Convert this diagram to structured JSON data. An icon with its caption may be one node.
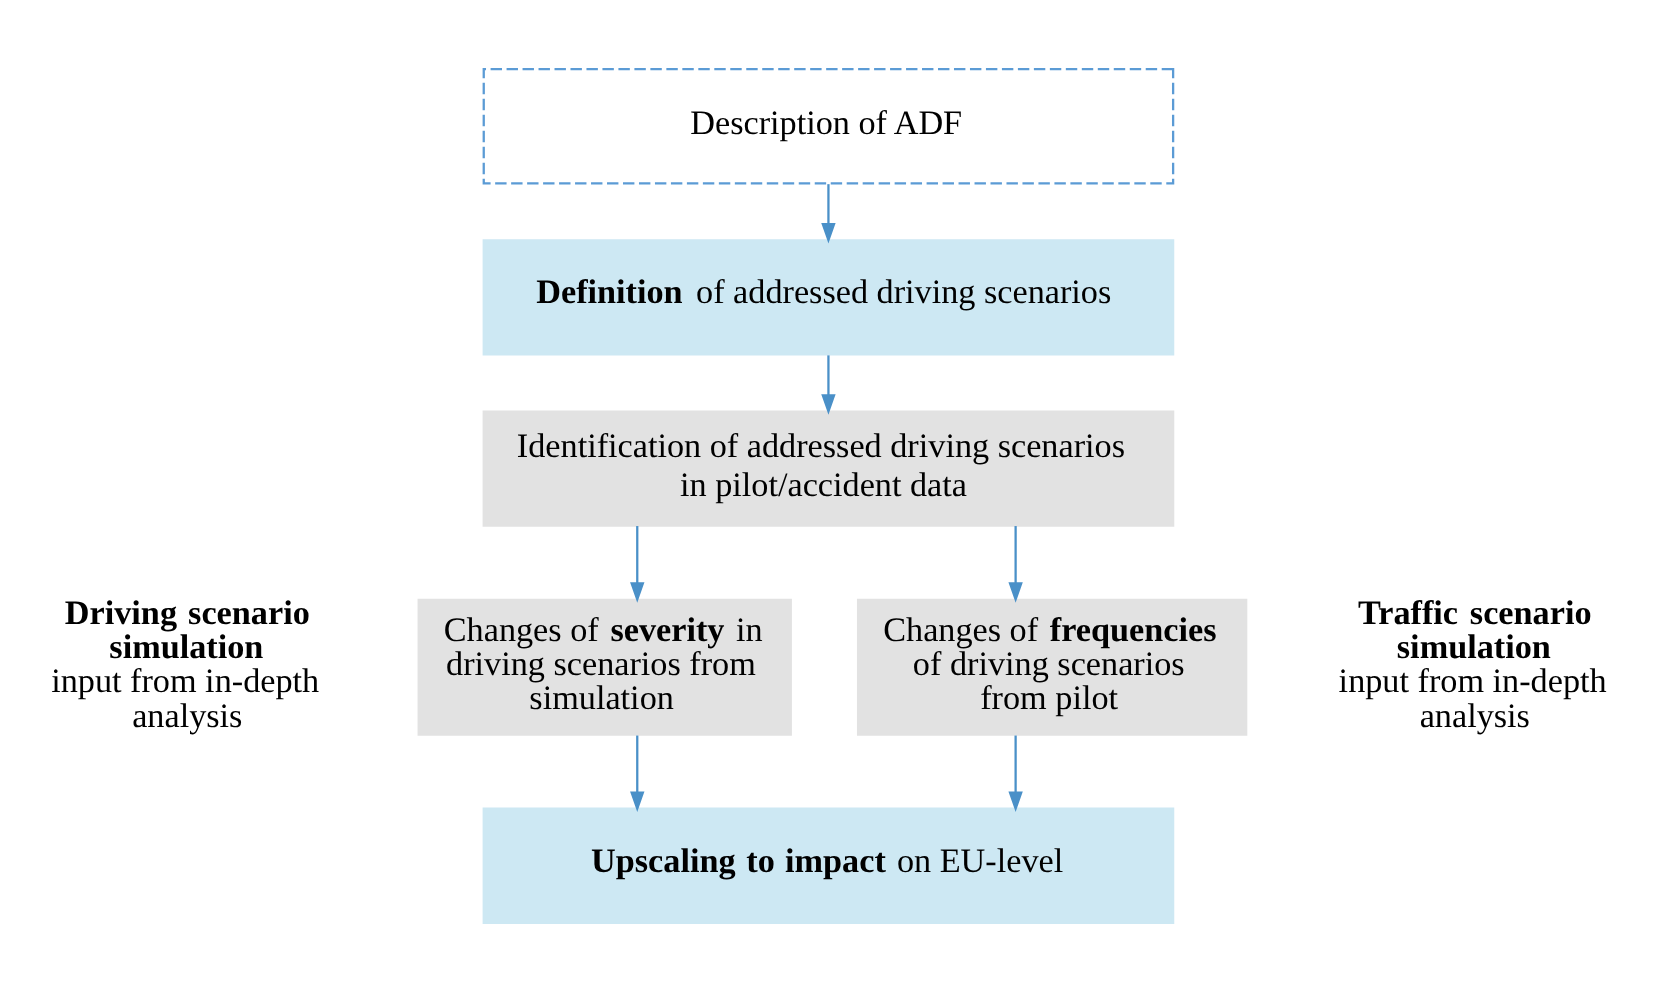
{
  "diagram": {
    "nodes": [
      {
        "text": [
          "Description of ADF"
        ]
      },
      {
        "text": [
          "**Definition** of addressed driving scenarios"
        ]
      },
      {
        "text": [
          "Identification of addressed driving scenarios in pilot/accident data"
        ]
      },
      {
        "text": [
          "Changes of **severity** in driving scenarios from simulation"
        ],
        "beside": [
          "Driving scenario simulation",
          "input from in-depth analysis"
        ]
      },
      {
        "text": [
          "Changes of **frequencies** of driving scenarios from pilot"
        ],
        "beside": [
          "Traffic scenario simulation",
          "input from in-depth analysis"
        ]
      },
      {
        "text": [
          "**Upscaling to impact** on EU-level"
        ]
      }
    ],
    "edges": [
      {
        "from": 0,
        "to": 1,
        "arrow": "to"
      },
      {
        "from": 1,
        "to": 2,
        "arrow": "to"
      },
      {
        "from": 2,
        "to": 3,
        "arrow": "to"
      },
      {
        "from": 2,
        "to": 4,
        "arrow": "to"
      },
      {
        "from": 3,
        "to": 5,
        "arrow": "to"
      },
      {
        "from": 4,
        "to": 5,
        "arrow": "to"
      }
    ]
  }
}
